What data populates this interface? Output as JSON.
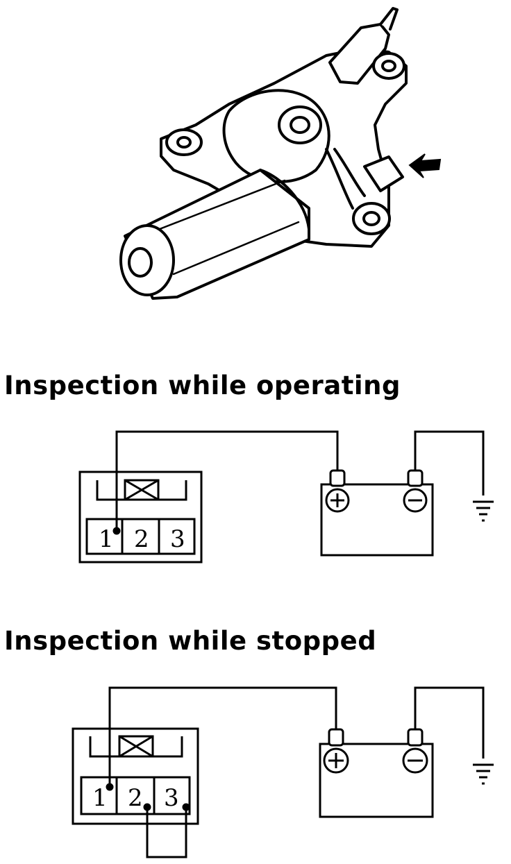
{
  "sections": {
    "operating": {
      "title": "Inspection while operating"
    },
    "stopped": {
      "title": "Inspection while stopped"
    }
  },
  "connector": {
    "pins": [
      "1",
      "2",
      "3"
    ]
  },
  "battery": {
    "positive_symbol": "+",
    "negative_symbol": "−"
  },
  "icons": {
    "motor": "wiper-motor-illustration",
    "arrow": "arrow-left-icon",
    "ground": "ground-icon"
  }
}
